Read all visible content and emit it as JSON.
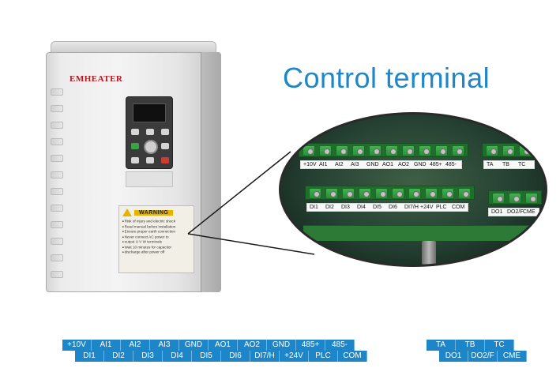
{
  "title": "Control terminal",
  "device": {
    "brand": "EMHEATER",
    "warning_title": "WARNING",
    "warning_lines": [
      "Risk of injury and electric shock",
      "Read manual before installation",
      "Ensure proper earth connection",
      "Never connect AC power to",
      "output U V W terminals",
      "Wait 10 minutes for capacitor",
      "discharge after power off"
    ]
  },
  "terminals": {
    "upper_left": [
      "+10V",
      "AI1",
      "AI2",
      "AI3",
      "GND",
      "AO1",
      "AO2",
      "GND",
      "485+",
      "485-"
    ],
    "lower_left": [
      "DI1",
      "DI2",
      "DI3",
      "DI4",
      "DI5",
      "DI6",
      "DI7/H",
      "+24V",
      "PLC",
      "COM"
    ],
    "upper_right": [
      "TA",
      "TB",
      "TC"
    ],
    "lower_right": [
      "DO1",
      "DO2/F",
      "CME"
    ]
  },
  "colors": {
    "title": "#1f87c8",
    "label_bg": "#1d86c9",
    "label_text": "#ffffff",
    "terminal_green": "#2e9a3d",
    "brand_red": "#c0121b",
    "warning_yellow": "#e7b300"
  },
  "icons": [
    "warning-triangle-icon"
  ]
}
